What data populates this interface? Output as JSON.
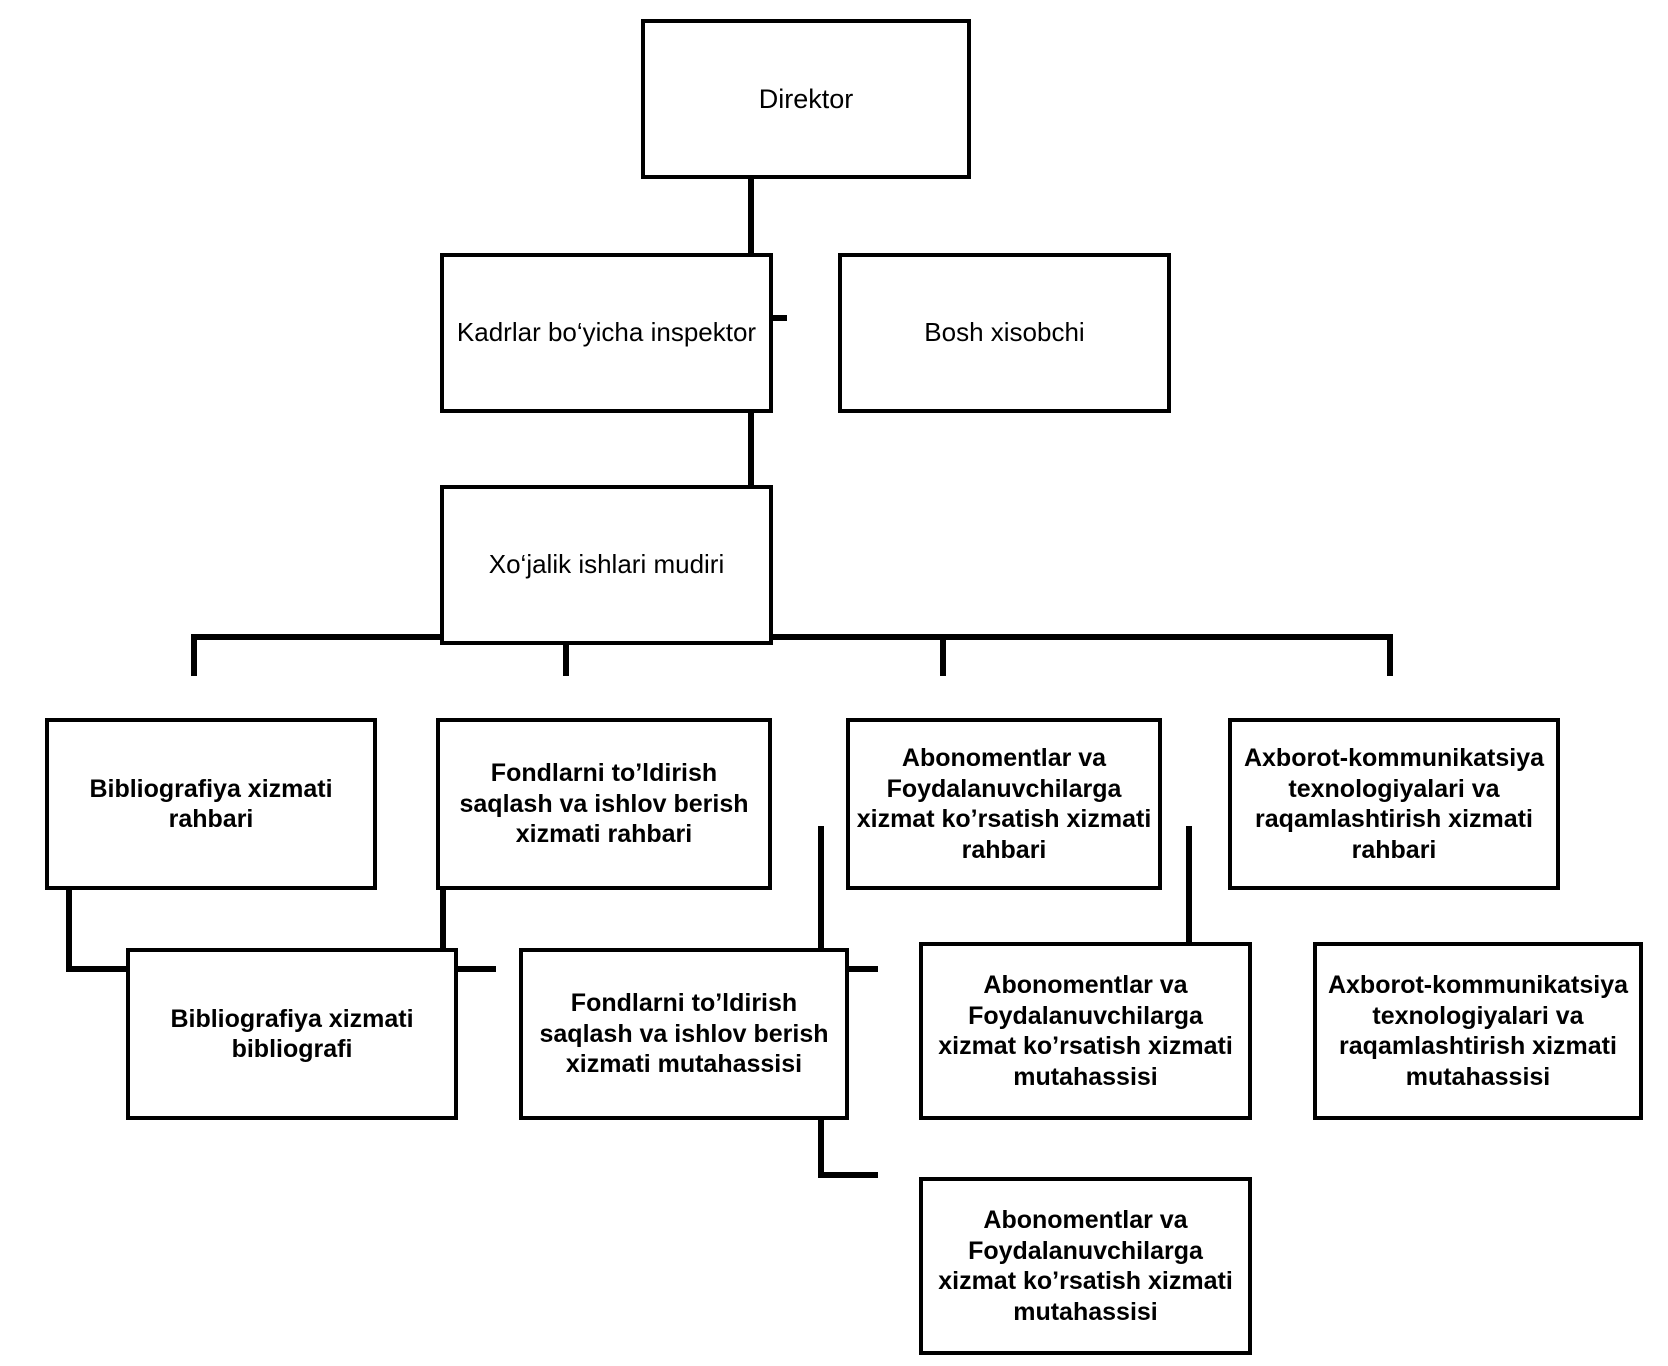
{
  "diagram": {
    "title": "Library organizational structure chart",
    "background_color": "#ffffff",
    "line_color": "#000000",
    "text_color": "#000000"
  },
  "nodes": {
    "director": "Direktor",
    "hr_inspector": "Kadrlar bo‘yicha inspektor",
    "chief_accountant": "Bosh xisobchi",
    "economy_manager": "Xo‘jalik ishlari mudiri",
    "bibliography_head": "Bibliografiya xizmati rahbari",
    "funds_head": "Fondlarni to’ldirish saqlash va ishlov berish xizmati rahbari",
    "subscribers_head": "Abonomentlar va Foydalanuvchilarga xizmat ko’rsatish xizmati rahbari",
    "ict_head": "Axborot-kommunikatsiya texnologiyalari va raqamlashtirish xizmati rahbari",
    "bibliography_specialist": "Bibliografiya xizmati bibliografi",
    "funds_specialist": "Fondlarni to’ldirish saqlash va ishlov berish xizmati mutahassisi",
    "subscribers_specialist_1": "Abonomentlar va Foydalanuvchilarga xizmat ko’rsatish xizmati mutahassisi",
    "subscribers_specialist_2": "Abonomentlar va Foydalanuvchilarga xizmat ko’rsatish xizmati mutahassisi",
    "ict_specialist": "Axborot-kommunikatsiya texnologiyalari va raqamlashtirish xizmati mutahassisi"
  },
  "chart_data": {
    "type": "diagram",
    "subtype": "org-chart",
    "orientation": "top-down",
    "levels": [
      {
        "level": 1,
        "items": [
          "Direktor"
        ]
      },
      {
        "level": 2,
        "items": [
          "Kadrlar bo‘yicha inspektor",
          "Bosh xisobchi"
        ]
      },
      {
        "level": 3,
        "items": [
          "Xo‘jalik ishlari mudiri"
        ]
      },
      {
        "level": 4,
        "items": [
          "Bibliografiya xizmati rahbari",
          "Fondlarni to’ldirish saqlash va ishlov berish xizmati rahbari",
          "Abonomentlar va Foydalanuvchilarga xizmat ko’rsatish xizmati rahbari",
          "Axborot-kommunikatsiya texnologiyalari va raqamlashtirish xizmati rahbari"
        ]
      },
      {
        "level": 5,
        "items": [
          "Bibliografiya xizmati bibliografi",
          "Fondlarni to’ldirish saqlash va ishlov berish xizmati mutahassisi",
          "Abonomentlar va Foydalanuvchilarga xizmat ko’rsatish xizmati mutahassisi",
          "Abonomentlar va Foydalanuvchilarga xizmat ko’rsatish xizmati mutahassisi",
          "Axborot-kommunikatsiya texnologiyalari va raqamlashtirish xizmati mutahassisi"
        ]
      }
    ],
    "edges": [
      {
        "from": "Direktor",
        "to": "Kadrlar bo‘yicha inspektor"
      },
      {
        "from": "Direktor",
        "to": "Bosh xisobchi"
      },
      {
        "from": "Direktor",
        "to": "Xo‘jalik ishlari mudiri"
      },
      {
        "from": "Direktor",
        "to": "Bibliografiya xizmati rahbari"
      },
      {
        "from": "Direktor",
        "to": "Fondlarni to’ldirish saqlash va ishlov berish xizmati rahbari"
      },
      {
        "from": "Direktor",
        "to": "Abonomentlar va Foydalanuvchilarga xizmat ko’rsatish xizmati rahbari"
      },
      {
        "from": "Direktor",
        "to": "Axborot-kommunikatsiya texnologiyalari va raqamlashtirish xizmati rahbari"
      },
      {
        "from": "Bibliografiya xizmati rahbari",
        "to": "Bibliografiya xizmati bibliografi"
      },
      {
        "from": "Fondlarni to’ldirish saqlash va ishlov berish xizmati rahbari",
        "to": "Fondlarni to’ldirish saqlash va ishlov berish xizmati mutahassisi"
      },
      {
        "from": "Abonomentlar va Foydalanuvchilarga xizmat ko’rsatish xizmati rahbari",
        "to": "Abonomentlar va Foydalanuvchilarga xizmat ko’rsatish xizmati mutahassisi"
      },
      {
        "from": "Abonomentlar va Foydalanuvchilarga xizmat ko’rsatish xizmati rahbari",
        "to": "Abonomentlar va Foydalanuvchilarga xizmat ko’rsatish xizmati mutahassisi"
      },
      {
        "from": "Axborot-kommunikatsiya texnologiyalari va raqamlashtirish xizmati rahbari",
        "to": "Axborot-kommunikatsiya texnologiyalari va raqamlashtirish xizmati mutahassisi"
      }
    ]
  }
}
